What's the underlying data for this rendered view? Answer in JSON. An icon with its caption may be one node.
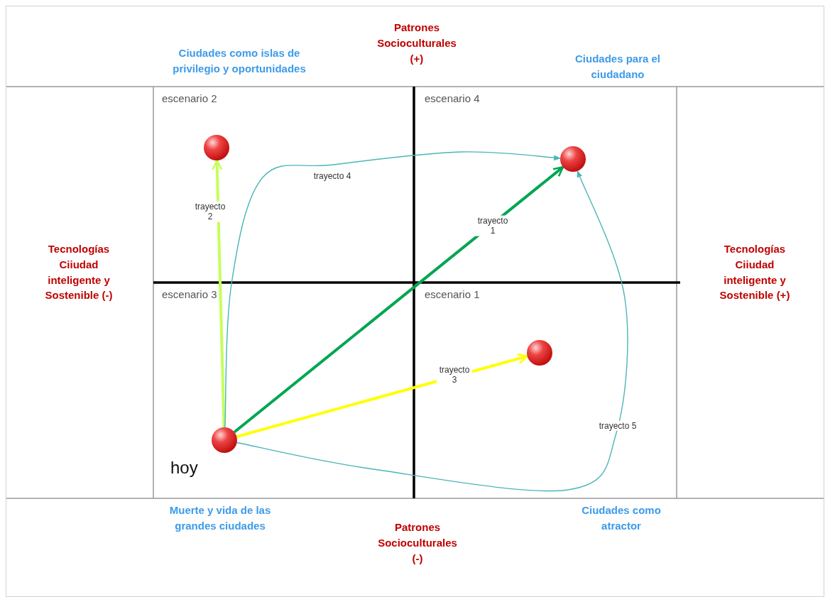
{
  "diagram": {
    "nodes": [
      {
        "text": [],
        "shape": "circle"
      },
      {
        "text": [],
        "shape": "circle"
      },
      {
        "text": [],
        "shape": "circle"
      },
      {
        "text": [],
        "shape": "circle",
        "beside": [
          "hoy"
        ]
      }
    ],
    "edges": [
      {
        "from": 3,
        "to": 1,
        "arrow": "to",
        "label": "trayecto 1",
        "color": "#00a651"
      },
      {
        "from": 3,
        "to": 0,
        "arrow": "to",
        "label": "trayecto 2",
        "color": "#c6ff5a"
      },
      {
        "from": 3,
        "to": 2,
        "arrow": "to",
        "label": "trayecto 3",
        "color": "#ffff00"
      },
      {
        "from": 3,
        "to": 1,
        "arrow": "to",
        "label": "trayecto 4"
      },
      {
        "from": 3,
        "to": 1,
        "arrow": "to",
        "label": "trayecto 5"
      }
    ],
    "labels": [
      "Patrones Socioculturales (+)",
      "Ciudades como islas de privilegio y oportunidades",
      "Ciudades para el ciudadano",
      "escenario 2",
      "escenario 4",
      "Tecnologías Ciiudad inteligente y Sostenible (-)",
      "Tecnologías Ciiudad inteligente y Sostenible (+)",
      "escenario 3",
      "escenario 1",
      "Muerte y vida de las grandes ciudades",
      "Ciudades como atractor",
      "Patrones Socioculturales (-)"
    ]
  }
}
